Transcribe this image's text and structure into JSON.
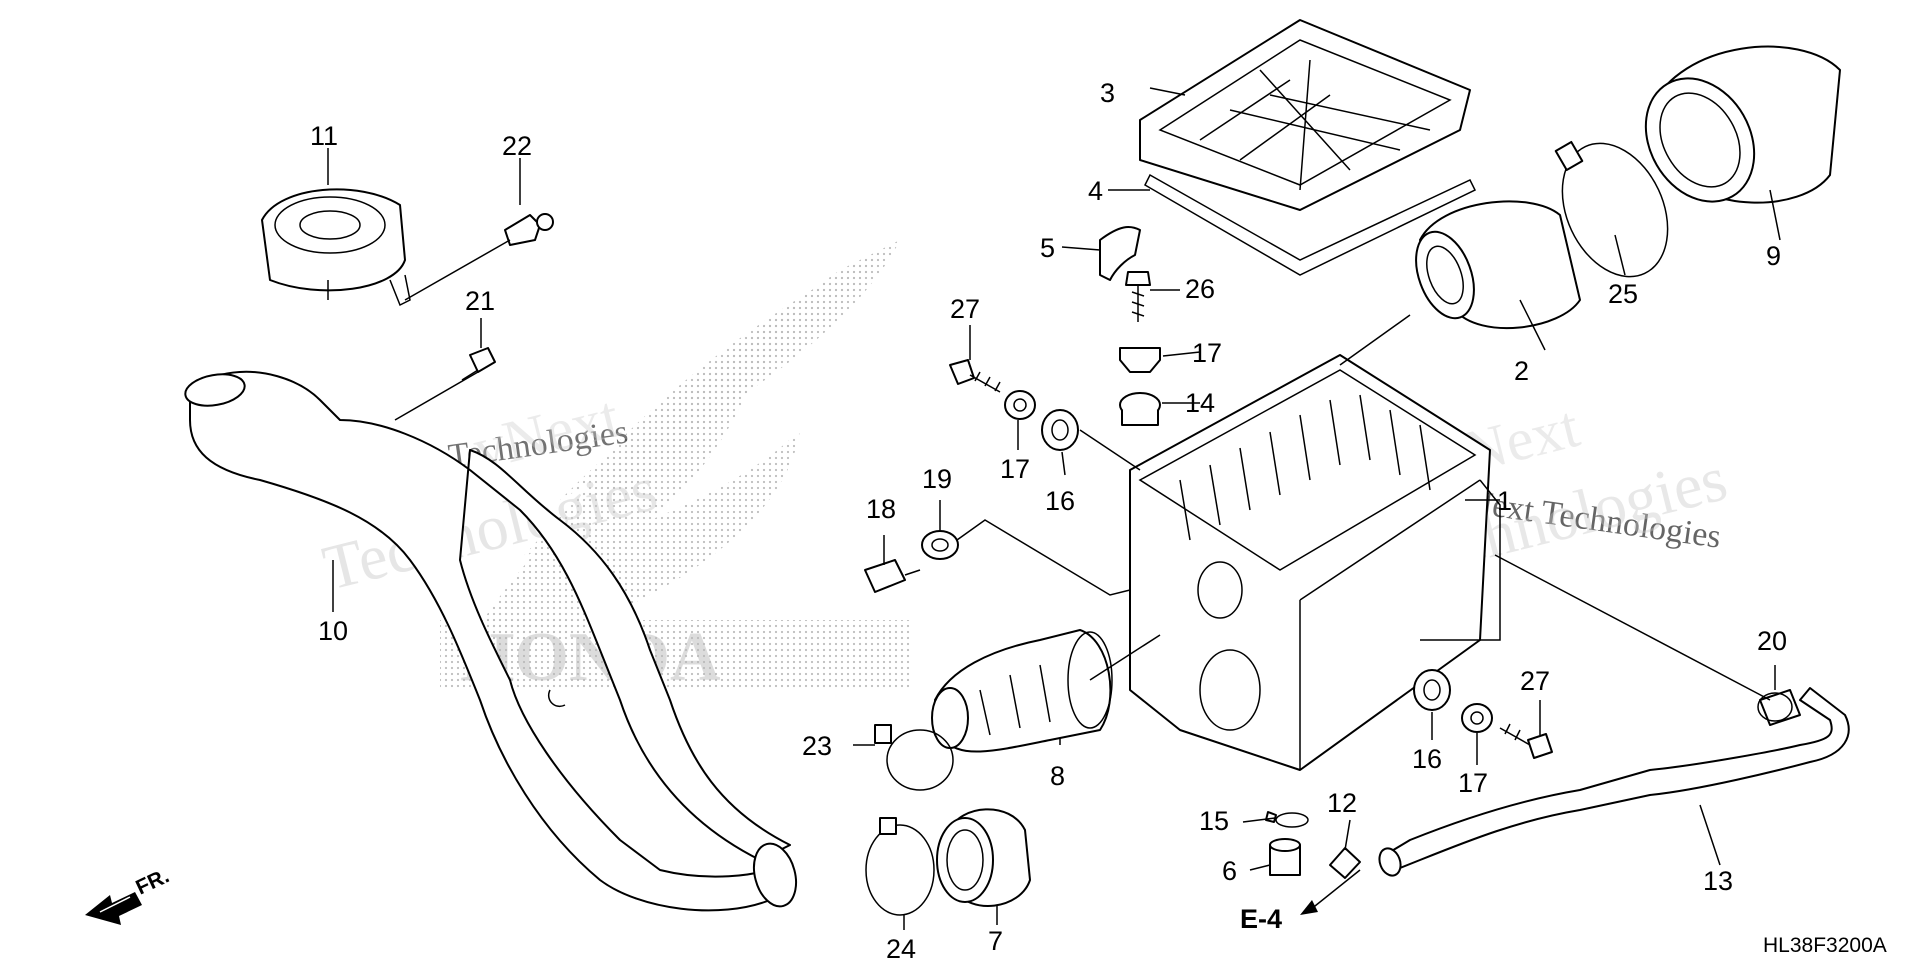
{
  "diagram": {
    "drawing_code": "HL38F3200A",
    "front_arrow_label": "FR.",
    "section_ref": "E-4",
    "watermark": {
      "company_line1": "vNext",
      "company_line2": "Technologies",
      "company_full": "vNext Technologies",
      "brand": "HONDA"
    },
    "callouts": {
      "c1": "1",
      "c2": "2",
      "c3": "3",
      "c4": "4",
      "c5": "5",
      "c6": "6",
      "c7": "7",
      "c8": "8",
      "c9": "9",
      "c10": "10",
      "c11": "11",
      "c12": "12",
      "c13": "13",
      "c14": "14",
      "c15": "15",
      "c16a": "16",
      "c16b": "16",
      "c17a": "17",
      "c17b": "17",
      "c17c": "17",
      "c18": "18",
      "c19": "19",
      "c20": "20",
      "c21": "21",
      "c22": "22",
      "c23": "23",
      "c24": "24",
      "c25": "25",
      "c26": "26",
      "c27a": "27",
      "c27b": "27"
    }
  }
}
